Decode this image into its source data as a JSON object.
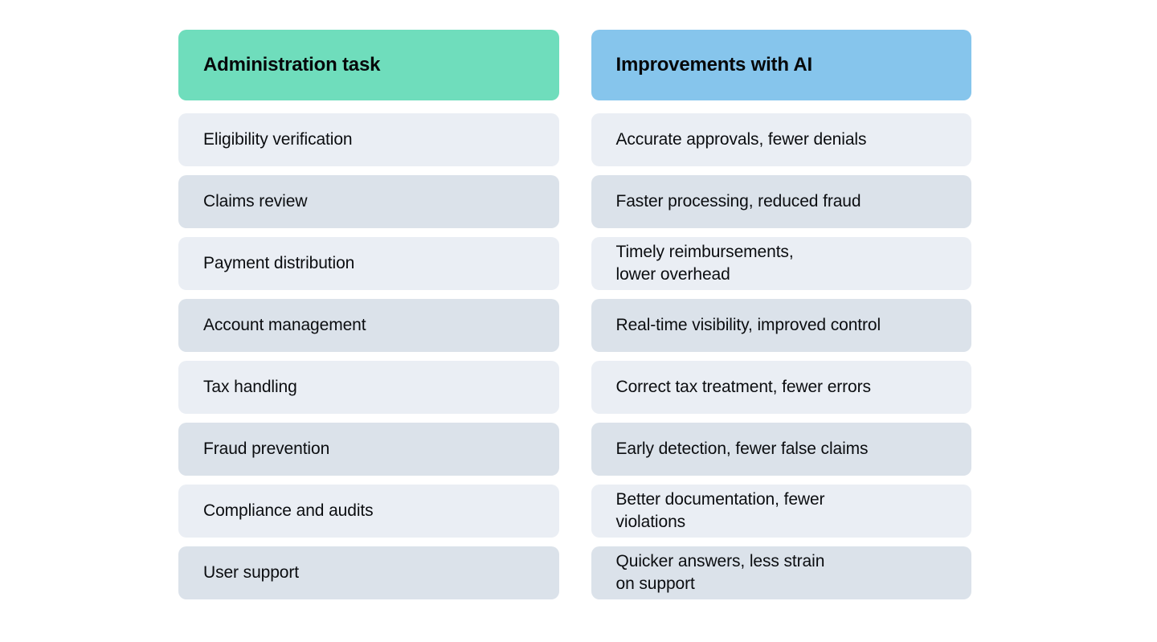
{
  "page": {
    "background_color": "#ffffff",
    "type": "two-column-comparison-table"
  },
  "colors": {
    "header_left_bg": "#6FDDBC",
    "header_right_bg": "#86C5EC",
    "row_light_bg": "#EAEEF4",
    "row_dark_bg": "#DBE2EA",
    "text_color": "#0b0d10"
  },
  "table": {
    "columns": [
      {
        "header": "Administration task",
        "header_bg": "#6FDDBC",
        "cells": [
          "Eligibility verification",
          "Claims review",
          "Payment distribution",
          "Account management",
          "Tax handling",
          "Fraud prevention",
          "Compliance and audits",
          "User support"
        ]
      },
      {
        "header": "Improvements with AI",
        "header_bg": "#86C5EC",
        "cells": [
          "Accurate approvals, fewer denials",
          "Faster processing, reduced fraud",
          "Timely reimbursements,\nlower overhead",
          "Real-time visibility, improved control",
          "Correct tax treatment, fewer errors",
          "Early detection, fewer false claims",
          "Better documentation, fewer\nviolations",
          "Quicker answers, less strain\non support"
        ]
      }
    ]
  }
}
